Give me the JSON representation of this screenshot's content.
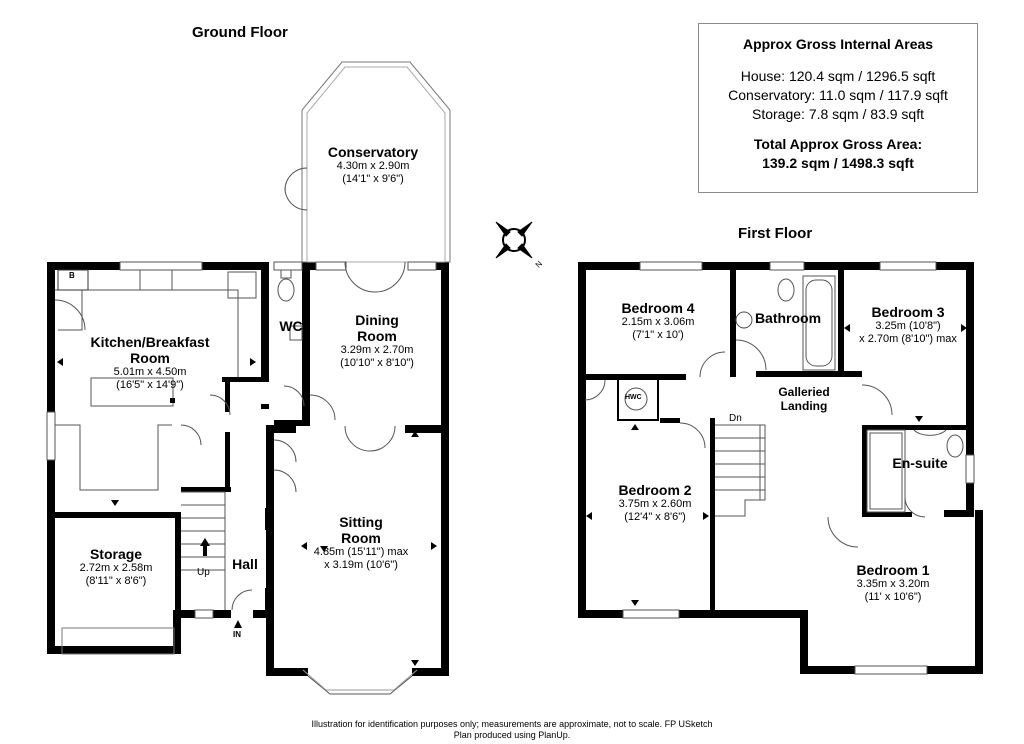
{
  "titles": {
    "ground": "Ground Floor",
    "first": "First Floor"
  },
  "areas": {
    "header": "Approx Gross Internal Areas",
    "house": "House: 120.4 sqm / 1296.5 sqft",
    "conservatory": "Conservatory: 11.0 sqm / 117.9 sqft",
    "storage": "Storage: 7.8 sqm / 83.9 sqft",
    "total_label": "Total Approx Gross Area:",
    "total_value": "139.2 sqm / 1498.3 sqft"
  },
  "ground": {
    "conservatory": {
      "name": "Conservatory",
      "metric": "4.30m x 2.90m",
      "imperial": "(14'1\" x 9'6\")"
    },
    "kitchen": {
      "name1": "Kitchen/Breakfast",
      "name2": "Room",
      "metric": "5.01m x 4.50m",
      "imperial": "(16'5\" x 14'9\")"
    },
    "wc": {
      "name": "WC"
    },
    "dining": {
      "name1": "Dining",
      "name2": "Room",
      "metric": "3.29m x 2.70m",
      "imperial": "(10'10\" x 8'10\")"
    },
    "sitting": {
      "name1": "Sitting",
      "name2": "Room",
      "line1": "4.85m (15'11\") max",
      "line2": "x 3.19m (10'6\")"
    },
    "storage": {
      "name": "Storage",
      "metric": "2.72m x 2.58m",
      "imperial": "(8'11\" x 8'6\")"
    },
    "hall": {
      "name": "Hall"
    },
    "up": "Up",
    "in": "IN",
    "boiler": "B"
  },
  "first": {
    "bedroom4": {
      "name": "Bedroom 4",
      "metric": "2.15m x 3.06m",
      "imperial": "(7'1\" x 10')"
    },
    "bathroom": {
      "name": "Bathroom"
    },
    "bedroom3": {
      "name": "Bedroom 3",
      "line1": "3.25m (10'8\")",
      "line2": "x 2.70m (8'10\") max"
    },
    "landing": {
      "name1": "Galleried",
      "name2": "Landing"
    },
    "hwc": "HWC",
    "dn": "Dn",
    "bedroom2": {
      "name": "Bedroom 2",
      "metric": "3.75m x 2.60m",
      "imperial": "(12'4\" x 8'6\")"
    },
    "ensuite": {
      "name": "En-suite"
    },
    "bedroom1": {
      "name": "Bedroom 1",
      "metric": "3.35m x 3.20m",
      "imperial": "(11' x 10'6\")"
    }
  },
  "compass": {
    "label": "N"
  },
  "footer": {
    "line1": "Illustration for identification purposes only; measurements are approximate, not to scale. FP USketch",
    "line2": "Plan produced using PlanUp."
  }
}
